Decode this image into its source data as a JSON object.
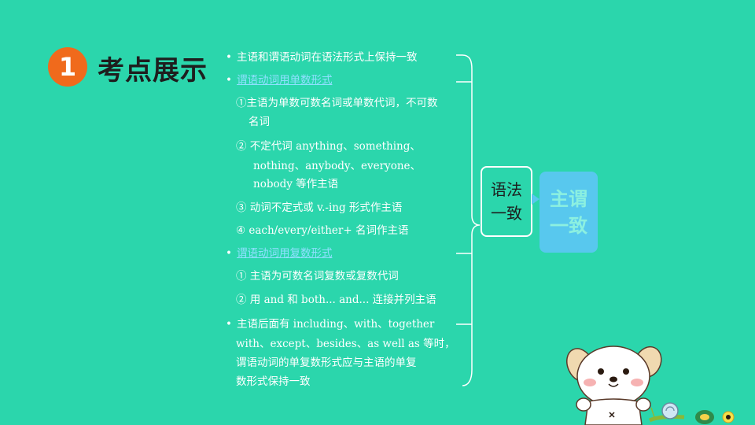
{
  "badge": {
    "number": "1"
  },
  "title": "考点展示",
  "bullet_symbol": "•",
  "lines": [
    {
      "id": "l1",
      "text": "主语和谓语动词在语法形式上保持一致",
      "style": "bullet"
    },
    {
      "id": "l2",
      "text": "谓语动词用单数形式",
      "style": "bullet-head"
    },
    {
      "id": "l3",
      "text": "①主语为单数可数名词或单数代词，不可数",
      "style": "plain"
    },
    {
      "id": "l4",
      "text": "名词",
      "style": "plain"
    },
    {
      "id": "l5",
      "text": "② 不定代词 anything、something、",
      "style": "plain"
    },
    {
      "id": "l6",
      "text": "nothing、anybody、everyone、",
      "style": "plain"
    },
    {
      "id": "l7",
      "text": "nobody 等作主语",
      "style": "plain"
    },
    {
      "id": "l8",
      "text": "③ 动词不定式或 v.-ing 形式作主语",
      "style": "plain"
    },
    {
      "id": "l9",
      "text": "④ each/every/either+ 名词作主语",
      "style": "plain"
    },
    {
      "id": "l10",
      "text": "谓语动词用复数形式",
      "style": "bullet-head"
    },
    {
      "id": "l11",
      "text": "① 主语为可数名词复数或复数代词",
      "style": "plain"
    },
    {
      "id": "l12",
      "text": "② 用 and 和 both... and... 连接并列主语",
      "style": "plain"
    },
    {
      "id": "l13",
      "text": "主语后面有 including、with、together",
      "style": "bullet"
    },
    {
      "id": "l14",
      "text": "with、except、besides、as well as 等时，",
      "style": "plain"
    },
    {
      "id": "l15",
      "text": "谓语动词的单复数形式应与主语的单复",
      "style": "plain"
    },
    {
      "id": "l16",
      "text": "数形式保持一致",
      "style": "plain"
    }
  ],
  "box_grammar": {
    "line1": "语法",
    "line2": "一致"
  },
  "box_subject_verb": {
    "line1": "主谓",
    "line2": "一致"
  },
  "colors": {
    "background": "#2bd6ac",
    "badge": "#f06a1c",
    "head_text": "#8fe0ff",
    "box2_fill": "#58c8ee",
    "box2_text": "#8cf0e0"
  },
  "icons": [
    "cartoon-dog-icon",
    "snail-icon",
    "shell-icon",
    "flower-icon"
  ]
}
